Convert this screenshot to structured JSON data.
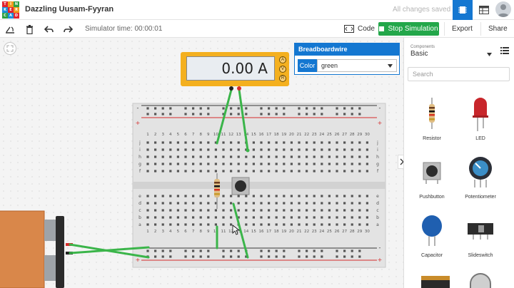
{
  "app": {
    "project_title": "Dazzling Uusam-Fyyran",
    "save_status": "All changes saved",
    "logo_letters": [
      "T",
      "I",
      "N",
      "K",
      "E",
      "R",
      "C",
      "A",
      "D"
    ],
    "logo_colors": [
      "#e2242e",
      "#f29b1d",
      "#2ea043",
      "#1d8fd9",
      "#e2242e",
      "#f29b1d",
      "#2ea043",
      "#1d8fd9",
      "#e2242e"
    ]
  },
  "toolbar": {
    "sim_time": "Simulator time: 00:00:01",
    "code_label": "Code",
    "stop_label": "Stop Simulation",
    "export_label": "Export",
    "share_label": "Share"
  },
  "multimeter": {
    "reading": "0.00 A",
    "modes": [
      "A",
      "V",
      "R"
    ]
  },
  "inspector": {
    "title": "Breadboardwire",
    "color_label": "Color",
    "color_value": "green"
  },
  "breadboard": {
    "column_numbers": [
      "1",
      "2",
      "3",
      "4",
      "5",
      "6",
      "7",
      "8",
      "9",
      "10",
      "11",
      "12",
      "13",
      "14",
      "15",
      "16",
      "17",
      "18",
      "19",
      "20",
      "21",
      "22",
      "23",
      "24",
      "25",
      "26",
      "27",
      "28",
      "29",
      "30"
    ],
    "top_rows": [
      "j",
      "i",
      "h",
      "g",
      "f"
    ],
    "bottom_rows": [
      "e",
      "d",
      "c",
      "b",
      "a"
    ],
    "rail_plus": "+",
    "rail_minus": "-"
  },
  "panel": {
    "components_caption": "Components",
    "category": "Basic",
    "search_placeholder": "Search",
    "components": [
      {
        "label": "Resistor"
      },
      {
        "label": "LED"
      },
      {
        "label": "Pushbutton"
      },
      {
        "label": "Potentiometer"
      },
      {
        "label": "Capacitor"
      },
      {
        "label": "Slideswitch"
      }
    ]
  },
  "colors": {
    "accent": "#1477d1",
    "stop": "#23a74a",
    "wire": "#3bb54a",
    "meter": "#f4b01f",
    "battery": "#d9874a"
  }
}
